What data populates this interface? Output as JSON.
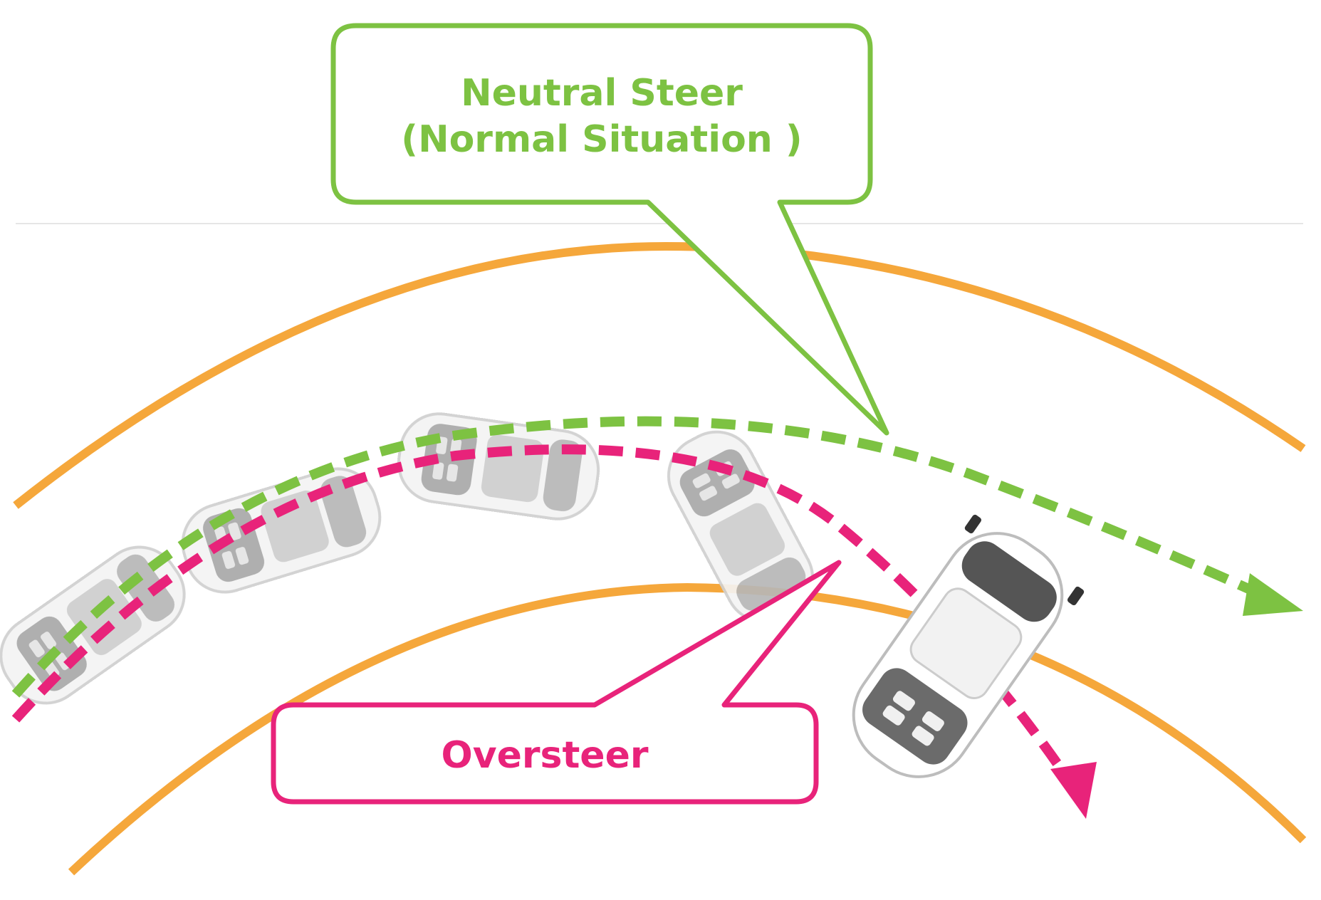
{
  "colors": {
    "road": "#f5a73b",
    "neutral": "#7dc242",
    "oversteer": "#e8237a",
    "car_body": "#ffffff",
    "car_trim": "#888888",
    "car_ghost": "#dddddd"
  },
  "callouts": {
    "neutral": {
      "line1": "Neutral Steer",
      "line2": "(Normal  Situation )"
    },
    "oversteer": {
      "label": "Oversteer"
    }
  }
}
